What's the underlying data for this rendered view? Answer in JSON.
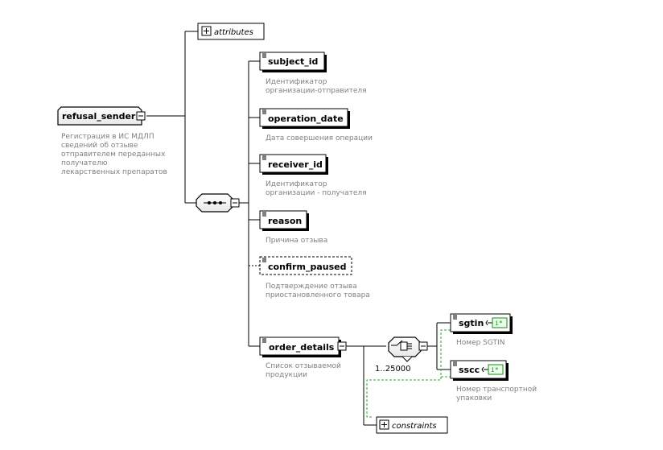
{
  "root": {
    "name": "refusal_sender",
    "description": [
      "Регистрация в ИС МДЛП",
      "сведений об отзыве",
      "отправителем переданных",
      "получателю",
      "лекарственных препаратов"
    ]
  },
  "attributes_label": "attributes",
  "elements": [
    {
      "name": "subject_id",
      "description": [
        "Идентификатор",
        "организации-отправителя"
      ]
    },
    {
      "name": "operation_date",
      "description": [
        "Дата совершения операции"
      ]
    },
    {
      "name": "receiver_id",
      "description": [
        "Идентификатор",
        "организации - получателя"
      ]
    },
    {
      "name": "reason",
      "description": [
        "Причина отзыва"
      ]
    },
    {
      "name": "confirm_paused",
      "optional": true,
      "description": [
        "Подтверждение отзыва",
        "приостановленного товара"
      ]
    },
    {
      "name": "order_details",
      "description": [
        "Список отзываемой",
        "продукции"
      ]
    }
  ],
  "choice_cardinality": "1..25000",
  "choice_elements": [
    {
      "name": "sgtin",
      "description": [
        "Номер SGTIN"
      ]
    },
    {
      "name": "sscc",
      "description": [
        "Номер транспортной",
        "упаковки"
      ]
    }
  ],
  "constraints_label": "constraints",
  "colors": {
    "connector": "#000000",
    "identity_constraint": "#22b022",
    "description": "#808080"
  }
}
